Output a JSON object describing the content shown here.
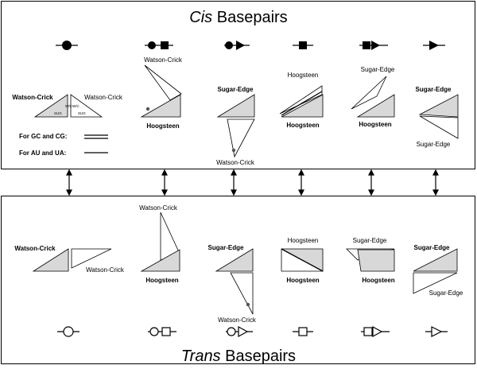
{
  "cis": {
    "title_prefix": "Cis",
    "title_suffix": " Basepairs",
    "labels": {
      "ww_left": "Watson-Crick",
      "ww_right": "Watson-Crick",
      "wh_top": "Watson-Crick",
      "wh_bottom": "Hoogsteen",
      "ws_top": "Sugar-Edge",
      "ws_bottom": "Watson-Crick",
      "hh_top": "Hoogsteen",
      "hh_bottom": "Hoogsteen",
      "hs_top": "Sugar-Edge",
      "hs_bottom": "Hoogsteen",
      "ss_top": "Sugar-Edge",
      "ss_bottom": "Sugar-Edge"
    },
    "legend": {
      "gc_cg": "For GC and CG:",
      "au_ua": "For AU and UA:"
    }
  },
  "trans": {
    "title_prefix": "Trans",
    "title_suffix": " Basepairs",
    "labels": {
      "ww_left": "Watson-Crick",
      "ww_right": "Watson-Crick",
      "wh_top": "Watson-Crick",
      "wh_bottom": "Hoogsteen",
      "ws_top": "Sugar-Edge",
      "ws_bottom": "Watson-Crick",
      "hh_top": "Hoogsteen",
      "hh_bottom": "Hoogsteen",
      "hs_top": "Sugar-Edge",
      "hs_bottom": "Hoogsteen",
      "ss_top": "Sugar-Edge",
      "ss_bottom": "Sugar-Edge"
    }
  },
  "edge_abbrev": {
    "wc": "W/C",
    "h": "H",
    "sug": "SUG"
  },
  "symbols": {
    "cis": [
      "filled-circle-circle",
      "filled-circle-square",
      "filled-circle-triangle",
      "filled-square-square",
      "filled-square-triangle",
      "filled-triangle-triangle"
    ],
    "trans": [
      "open-circle-circle",
      "open-circle-square",
      "open-circle-triangle",
      "open-square-square",
      "open-square-triangle",
      "open-triangle-triangle"
    ]
  }
}
